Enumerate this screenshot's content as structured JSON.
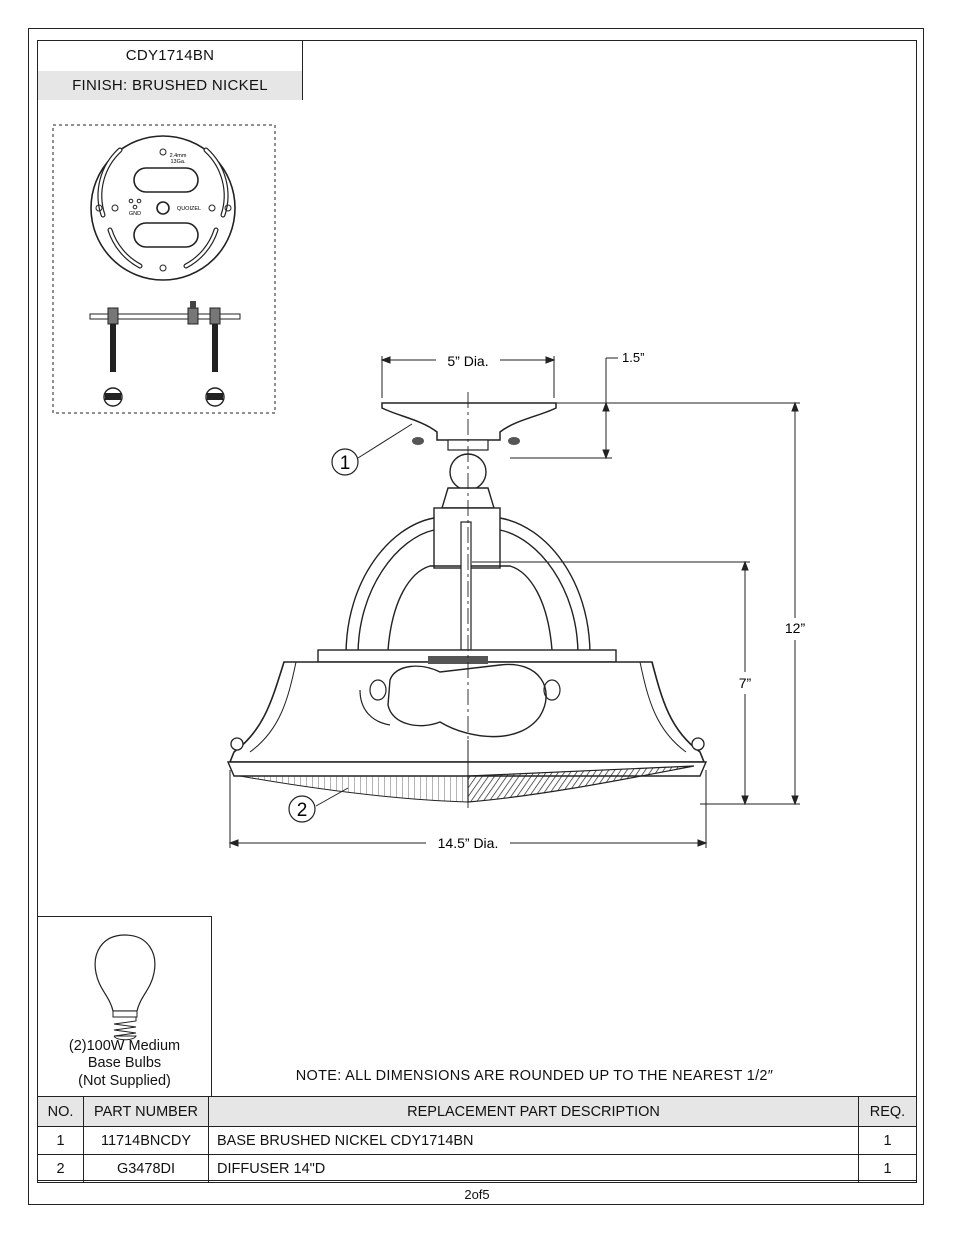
{
  "header": {
    "model": "CDY1714BN",
    "finish": "FINISH: BRUSHED NICKEL"
  },
  "mounting_plate": {
    "thickness": "2.4mm",
    "gauge": "13Ga.",
    "ground": "GND",
    "brand": "QUOIZEL"
  },
  "dimensions": {
    "canopy_diameter": "5” Dia.",
    "canopy_height": "1.5”",
    "overall_height": "12”",
    "body_height": "7”",
    "shade_diameter": "14.5” Dia."
  },
  "callouts": [
    "1",
    "2"
  ],
  "bulb": {
    "line1": "(2)100W Medium",
    "line2": "Base Bulbs",
    "line3": "(Not Supplied)"
  },
  "note": "NOTE:  ALL DIMENSIONS ARE ROUNDED UP TO THE NEAREST  1/2″",
  "parts_table": {
    "headers": {
      "no": "NO.",
      "part_number": "PART NUMBER",
      "description": "REPLACEMENT PART DESCRIPTION",
      "req": "REQ."
    },
    "rows": [
      {
        "no": "1",
        "part_number": "11714BNCDY",
        "description": "BASE BRUSHED NICKEL CDY1714BN",
        "req": "1"
      },
      {
        "no": "2",
        "part_number": "G3478DI",
        "description": "DIFFUSER 14\"D",
        "req": "1"
      }
    ]
  },
  "page": "2of5"
}
